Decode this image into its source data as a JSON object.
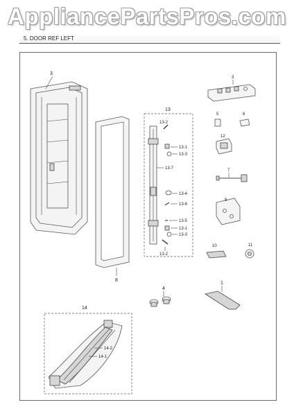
{
  "watermark": {
    "text": "AppliancePartsPros.com"
  },
  "section": {
    "title": "5. DOOR REF LEFT"
  },
  "callouts": {
    "door_assy": "3",
    "hinge_cover_top": "3",
    "dispenser_group": "13",
    "grp_13_2_top": "13-2",
    "grp_13_1_top": "13-1",
    "grp_13_3_top": "13-3",
    "grp_13_7": "13-7",
    "grp_13_4": "13-4",
    "grp_13_6": "13-6",
    "grp_13_5": "13-5",
    "grp_13_1_bot": "13-1",
    "grp_13_3_bot": "13-3",
    "grp_13_2_bot": "13-2",
    "part_5": "5",
    "part_6": "6",
    "part_12": "12",
    "part_7": "7",
    "part_9": "9",
    "part_10": "10",
    "part_11": "11",
    "gasket": "8",
    "screws": "4",
    "handle_bar": "1",
    "guard_group": "14",
    "guard_14_2": "14-2",
    "guard_14_1": "14-1"
  }
}
